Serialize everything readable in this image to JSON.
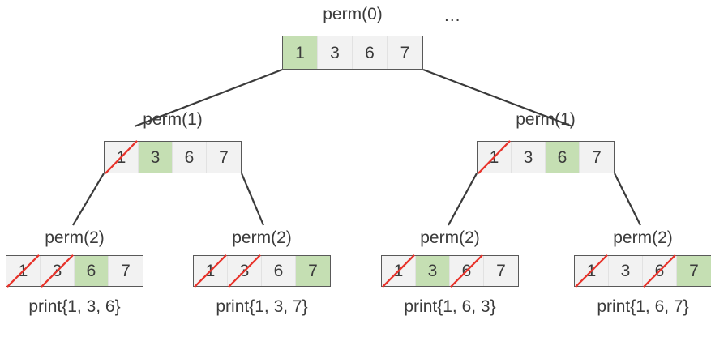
{
  "diagram": {
    "title_ellipsis": "...",
    "colors": {
      "selected_cell": "#c5dfb3",
      "cell_background": "#f2f2f2",
      "border": "#595959",
      "text": "#3b3b3b",
      "strike": "#e8322a",
      "edge": "#3b3b3b"
    },
    "levels": [
      {
        "depth": 0,
        "nodes": [
          {
            "id": "root",
            "label": "perm(0)",
            "cells": [
              {
                "value": "1",
                "selected": true,
                "struck": false
              },
              {
                "value": "3",
                "selected": false,
                "struck": false
              },
              {
                "value": "6",
                "selected": false,
                "struck": false
              },
              {
                "value": "7",
                "selected": false,
                "struck": false
              }
            ],
            "print": null
          }
        ]
      },
      {
        "depth": 1,
        "nodes": [
          {
            "id": "n1-left",
            "label": "perm(1)",
            "cells": [
              {
                "value": "1",
                "selected": false,
                "struck": true
              },
              {
                "value": "3",
                "selected": true,
                "struck": false
              },
              {
                "value": "6",
                "selected": false,
                "struck": false
              },
              {
                "value": "7",
                "selected": false,
                "struck": false
              }
            ],
            "print": null
          },
          {
            "id": "n1-right",
            "label": "perm(1)",
            "cells": [
              {
                "value": "1",
                "selected": false,
                "struck": true
              },
              {
                "value": "3",
                "selected": false,
                "struck": false
              },
              {
                "value": "6",
                "selected": true,
                "struck": false
              },
              {
                "value": "7",
                "selected": false,
                "struck": false
              }
            ],
            "print": null
          }
        ]
      },
      {
        "depth": 2,
        "nodes": [
          {
            "id": "n2-a",
            "label": "perm(2)",
            "cells": [
              {
                "value": "1",
                "selected": false,
                "struck": true
              },
              {
                "value": "3",
                "selected": false,
                "struck": true
              },
              {
                "value": "6",
                "selected": true,
                "struck": false
              },
              {
                "value": "7",
                "selected": false,
                "struck": false
              }
            ],
            "print": "print{1, 3, 6}"
          },
          {
            "id": "n2-b",
            "label": "perm(2)",
            "cells": [
              {
                "value": "1",
                "selected": false,
                "struck": true
              },
              {
                "value": "3",
                "selected": false,
                "struck": true
              },
              {
                "value": "6",
                "selected": false,
                "struck": false
              },
              {
                "value": "7",
                "selected": true,
                "struck": false
              }
            ],
            "print": "print{1, 3, 7}"
          },
          {
            "id": "n2-c",
            "label": "perm(2)",
            "cells": [
              {
                "value": "1",
                "selected": false,
                "struck": true
              },
              {
                "value": "3",
                "selected": true,
                "struck": false
              },
              {
                "value": "6",
                "selected": false,
                "struck": true
              },
              {
                "value": "7",
                "selected": false,
                "struck": false
              }
            ],
            "print": "print{1, 6, 3}"
          },
          {
            "id": "n2-d",
            "label": "perm(2)",
            "cells": [
              {
                "value": "1",
                "selected": false,
                "struck": true
              },
              {
                "value": "3",
                "selected": false,
                "struck": false
              },
              {
                "value": "6",
                "selected": false,
                "struck": true
              },
              {
                "value": "7",
                "selected": true,
                "struck": false
              }
            ],
            "print": "print{1, 6, 7}"
          }
        ]
      }
    ]
  }
}
